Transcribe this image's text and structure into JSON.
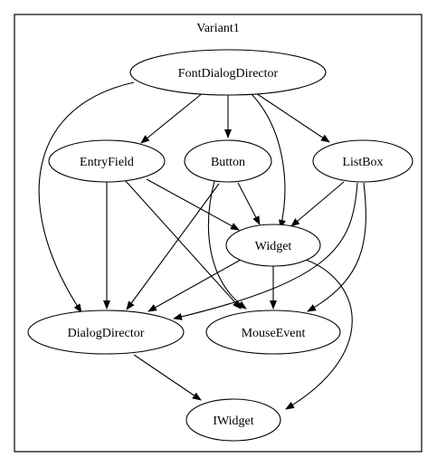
{
  "cluster": {
    "label": "Variant1"
  },
  "nodes": [
    {
      "id": "fdd",
      "label": "FontDialogDirector"
    },
    {
      "id": "entry",
      "label": "EntryField"
    },
    {
      "id": "button",
      "label": "Button"
    },
    {
      "id": "listbox",
      "label": "ListBox"
    },
    {
      "id": "widget",
      "label": "Widget"
    },
    {
      "id": "dd",
      "label": "DialogDirector"
    },
    {
      "id": "mouse",
      "label": "MouseEvent"
    },
    {
      "id": "iwidget",
      "label": "IWidget"
    }
  ],
  "edges": [
    {
      "from": "fdd",
      "to": "entry"
    },
    {
      "from": "fdd",
      "to": "button"
    },
    {
      "from": "fdd",
      "to": "listbox"
    },
    {
      "from": "fdd",
      "to": "widget"
    },
    {
      "from": "fdd",
      "to": "dd"
    },
    {
      "from": "entry",
      "to": "widget"
    },
    {
      "from": "entry",
      "to": "dd"
    },
    {
      "from": "entry",
      "to": "mouse"
    },
    {
      "from": "button",
      "to": "widget"
    },
    {
      "from": "button",
      "to": "dd"
    },
    {
      "from": "button",
      "to": "mouse"
    },
    {
      "from": "listbox",
      "to": "widget"
    },
    {
      "from": "listbox",
      "to": "dd"
    },
    {
      "from": "listbox",
      "to": "mouse"
    },
    {
      "from": "widget",
      "to": "dd"
    },
    {
      "from": "widget",
      "to": "mouse"
    },
    {
      "from": "widget",
      "to": "iwidget"
    },
    {
      "from": "dd",
      "to": "iwidget"
    }
  ]
}
